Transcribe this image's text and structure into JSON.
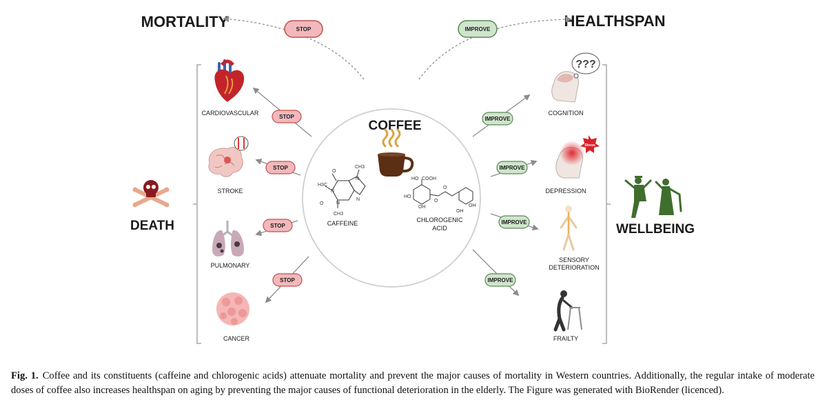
{
  "center": {
    "title": "COFFEE",
    "caffeine": "CAFFEINE",
    "chlorogenic_line1": "CHLOROGENIC",
    "chlorogenic_line2": "ACID"
  },
  "top_left": "MORTALITY",
  "top_right": "HEALTHSPAN",
  "left_big": "DEATH",
  "right_big": "WELLBEING",
  "stop_label": "STOP",
  "improve_label": "IMPROVE",
  "left_items": [
    "CARDIOVASCULAR",
    "STROKE",
    "PULMONARY",
    "CANCER"
  ],
  "right_items": [
    "COGNITION",
    "DEPRESSION",
    "SENSORY",
    "DETERIORATION",
    "FRAILTY"
  ],
  "stress_badge": "Stress",
  "question_marks": "???",
  "chem_labels": [
    "H3C",
    "CH3",
    "CH3",
    "O",
    "O",
    "N",
    "N",
    "N",
    "N",
    "HO",
    "COOH",
    "HO",
    "OH",
    "OH",
    "OH",
    "O",
    "O"
  ],
  "colors": {
    "stop_fill": "#f2b8bb",
    "stop_stroke": "#c0504d",
    "improve_fill": "#cfe5cc",
    "improve_stroke": "#5a8a55",
    "arrow": "#8c8c8c",
    "circle": "#cfcfcf",
    "silhouette": "#3f6e2e"
  },
  "caption": {
    "label": "Fig. 1.",
    "text": "Coffee and its constituents (caffeine and chlorogenic acids) attenuate mortality and prevent the major causes of mortality in Western countries. Additionally, the regular intake of moderate doses of coffee also increases healthspan on aging by preventing the major causes of functional deterioration in the elderly. The Figure was generated with BioRender (licenced)."
  }
}
